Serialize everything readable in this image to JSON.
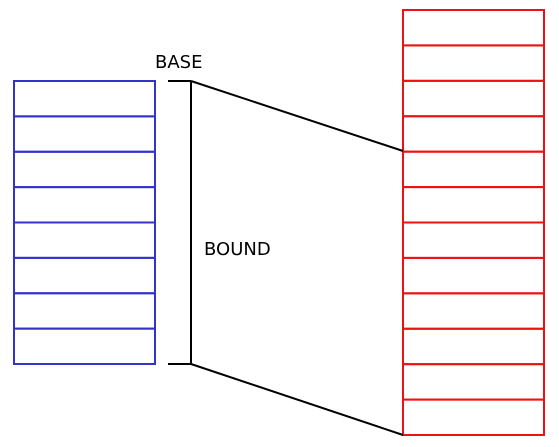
{
  "labels": {
    "base": "BASE",
    "bound": "BOUND"
  },
  "logical_memory": {
    "block_count": 8,
    "color": "#3333cc"
  },
  "physical_memory": {
    "block_count": 12,
    "color": "#ee1111"
  },
  "mapping_line_color": "#000000"
}
